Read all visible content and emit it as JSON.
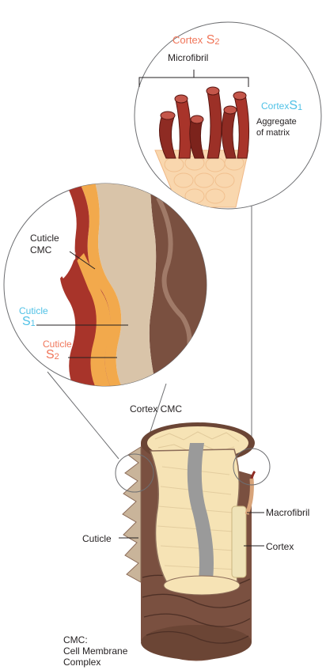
{
  "colors": {
    "orange_label": "#f0765a",
    "blue_label": "#4fc1e6",
    "text": "#231f20",
    "outline": "#6d6e71",
    "cuticle_brown": "#7a5040",
    "cortex_tan": "#f6e3b5",
    "medulla_gray": "#9a9a9a",
    "fiber_red": "#8e2b23",
    "s2_red": "#a8342a",
    "s1_orange": "#f2a94c",
    "beige": "#d9c4a9"
  },
  "top_inset": {
    "s2_word": "Cortex",
    "s2_code": "S",
    "s2_num": "2",
    "microfibril": "Microfibril",
    "s1_word": "Cortex",
    "s1_code": "S",
    "s1_num": "1",
    "aggregate_line1": "Aggregate",
    "aggregate_line2": "of matrix"
  },
  "left_inset": {
    "cuticle_cmc_line1": "Cuticle",
    "cuticle_cmc_line2": "CMC",
    "s1_word": "Cuticle",
    "s1_code": "S",
    "s1_num": "1",
    "s2_word": "Cuticle",
    "s2_code": "S",
    "s2_num": "2"
  },
  "main": {
    "cortex_cmc": "Cortex CMC",
    "cuticle": "Cuticle",
    "macrofibril": "Macrofibril",
    "cortex": "Cortex",
    "cmc_line1": "CMC:",
    "cmc_line2": "Cell Membrane",
    "cmc_line3": "Complex"
  }
}
